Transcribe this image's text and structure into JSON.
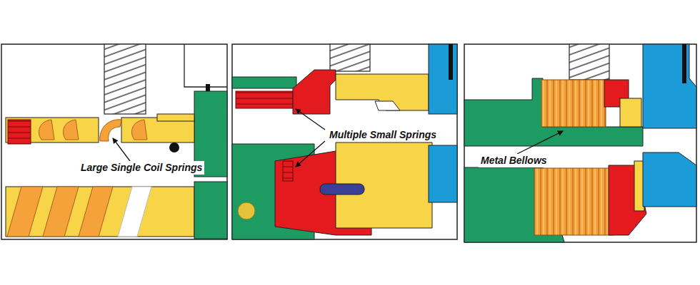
{
  "diagram": {
    "labels": [
      "Large Single Coil Springs",
      "Multiple Small Springs",
      "Metal Bellows"
    ]
  }
}
